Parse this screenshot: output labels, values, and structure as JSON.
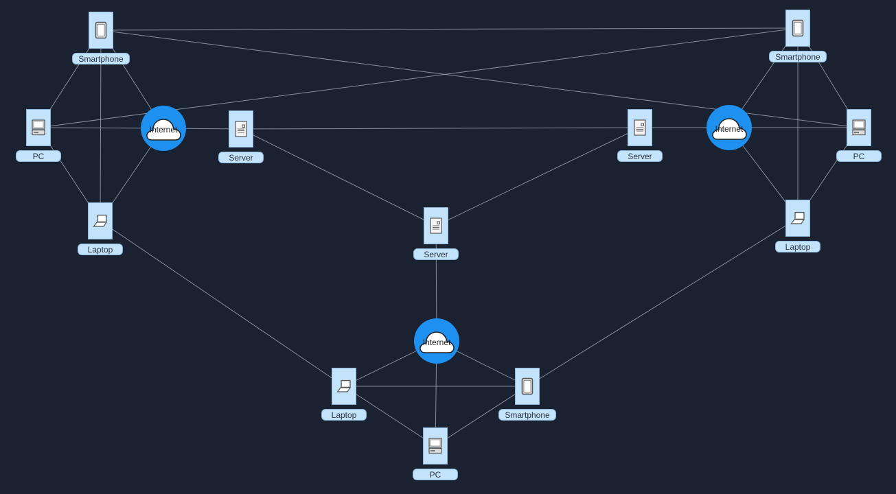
{
  "diagram": {
    "title": "Network topology",
    "colors": {
      "background": "#1a2130",
      "node_fill": "#c3e3fb",
      "node_border": "#8fb6d6",
      "cloud_fill": "#1e90f0",
      "edge": "#9aa3ad",
      "label_text": "#2a323c"
    },
    "nodes": [
      {
        "id": "sp1",
        "type": "smartphone",
        "label": "Smartphone",
        "icon": "smartphone-icon"
      },
      {
        "id": "sp2",
        "type": "smartphone",
        "label": "Smartphone",
        "icon": "smartphone-icon"
      },
      {
        "id": "pc1",
        "type": "pc",
        "label": "PC",
        "icon": "pc-icon"
      },
      {
        "id": "net1",
        "type": "cloud",
        "label": "Internet",
        "icon": "cloud-icon"
      },
      {
        "id": "srv1",
        "type": "server",
        "label": "Server",
        "icon": "server-icon"
      },
      {
        "id": "srv2",
        "type": "server",
        "label": "Server",
        "icon": "server-icon"
      },
      {
        "id": "net2",
        "type": "cloud",
        "label": "Internet",
        "icon": "cloud-icon"
      },
      {
        "id": "pc2",
        "type": "pc",
        "label": "PC",
        "icon": "pc-icon"
      },
      {
        "id": "lap1",
        "type": "laptop",
        "label": "Laptop",
        "icon": "laptop-icon"
      },
      {
        "id": "srv3",
        "type": "server",
        "label": "Server",
        "icon": "server-icon"
      },
      {
        "id": "lap2",
        "type": "laptop",
        "label": "Laptop",
        "icon": "laptop-icon"
      },
      {
        "id": "net3",
        "type": "cloud",
        "label": "Internet",
        "icon": "cloud-icon"
      },
      {
        "id": "lap3",
        "type": "laptop",
        "label": "Laptop",
        "icon": "laptop-icon"
      },
      {
        "id": "sp3",
        "type": "smartphone",
        "label": "Smartphone",
        "icon": "smartphone-icon"
      },
      {
        "id": "pc3",
        "type": "pc",
        "label": "PC",
        "icon": "pc-icon"
      }
    ],
    "edges": [
      [
        "sp1",
        "sp2"
      ],
      [
        "sp1",
        "pc2"
      ],
      [
        "sp2",
        "pc1"
      ],
      [
        "sp1",
        "pc1"
      ],
      [
        "sp1",
        "net1"
      ],
      [
        "sp1",
        "lap1"
      ],
      [
        "pc1",
        "net1"
      ],
      [
        "pc1",
        "lap1"
      ],
      [
        "net1",
        "lap1"
      ],
      [
        "net1",
        "srv1"
      ],
      [
        "srv1",
        "srv2"
      ],
      [
        "srv2",
        "net2"
      ],
      [
        "net2",
        "pc2"
      ],
      [
        "sp2",
        "net2"
      ],
      [
        "sp2",
        "pc2"
      ],
      [
        "sp2",
        "lap2"
      ],
      [
        "net2",
        "lap2"
      ],
      [
        "pc2",
        "lap2"
      ],
      [
        "srv1",
        "srv3"
      ],
      [
        "srv2",
        "srv3"
      ],
      [
        "srv3",
        "net3"
      ],
      [
        "lap1",
        "lap3"
      ],
      [
        "lap2",
        "sp3"
      ],
      [
        "net3",
        "lap3"
      ],
      [
        "net3",
        "sp3"
      ],
      [
        "net3",
        "pc3"
      ],
      [
        "lap3",
        "sp3"
      ],
      [
        "lap3",
        "pc3"
      ],
      [
        "sp3",
        "pc3"
      ]
    ]
  }
}
